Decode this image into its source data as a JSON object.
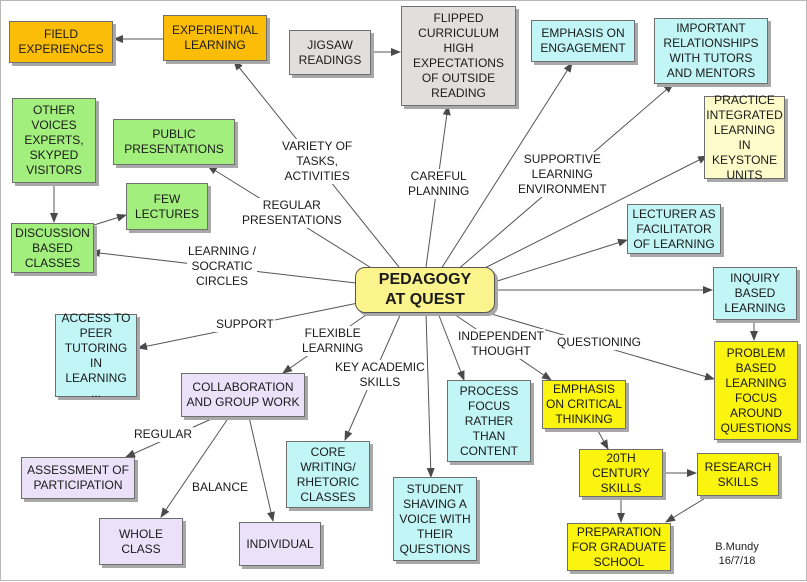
{
  "center": "PEDAGOGY\nAT QUEST",
  "nodes": {
    "field_experiences": "FIELD\nEXPERIENCES",
    "experiential_learning": "EXPERIENTIAL\nLEARNING",
    "jigsaw_readings": "JIGSAW\nREADINGS",
    "flipped_curriculum": "FLIPPED\nCURRICULUM\nHIGH\nEXPECTATIONS\nOF OUTSIDE\nREADING",
    "emphasis_engagement": "EMPHASIS ON\nENGAGEMENT",
    "important_relationships": "IMPORTANT\nRELATIONSHIPS\nWITH TUTORS\nAND MENTORS",
    "other_voices": "OTHER\nVOICES\nEXPERTS,\nSKYPED\nVISITORS",
    "public_presentations": "PUBLIC\nPRESENTATIONS",
    "practice_integrated": "PRACTICE\nINTEGRATED\nLEARNING IN\nKEYSTONE\nUNITS",
    "few_lectures": "FEW\nLECTURES",
    "discussion_classes": "DISCUSSION\nBASED\nCLASSES",
    "lecturer_facilitator": "LECTURER AS\nFACILITATOR\nOF LEARNING",
    "inquiry_learning": "INQUIRY\nBASED\nLEARNING",
    "peer_tutoring": "ACCESS TO\nPEER\nTUTORING\nIN\nLEARNING\n...",
    "collaboration": "COLLABORATION\nAND GROUP WORK",
    "problem_based": "PROBLEM\nBASED\nLEARNING\nFOCUS\nAROUND\nQUESTIONS",
    "process_focus": "PROCESS\nFOCUS\nRATHER\nTHAN\nCONTENT",
    "critical_thinking": "EMPHASIS\nON CRITICAL\nTHINKING",
    "assessment": "ASSESSMENT OF\nPARTICIPATION",
    "core_writing": "CORE\nWRITING/\nRHETORIC\nCLASSES",
    "century_skills": "20TH\nCENTURY\nSKILLS",
    "research_skills": "RESEARCH\nSKILLS",
    "student_voice": "STUDENT\nSHAVING A\nVOICE WITH\nTHEIR\nQUESTIONS",
    "whole_class": "WHOLE\nCLASS",
    "individual": "INDIVIDUAL",
    "graduate_school": "PREPARATION\nFOR GRADUATE\nSCHOOL"
  },
  "labels": {
    "variety": "VARIETY OF\nTASKS,\nACTIVITIES",
    "careful_planning": "CAREFUL\nPLANNING",
    "supportive": "SUPPORTIVE\nLEARNING\nENVIRONMENT",
    "regular_presentations": "REGULAR\nPRESENTATIONS",
    "learning_socratic": "LEARNING /\nSOCRATIC\nCIRCLES",
    "support": "SUPPORT",
    "flexible": "FLEXIBLE\nLEARNING",
    "key_academic": "KEY ACADEMIC\nSKILLS",
    "independent": "INDEPENDENT\nTHOUGHT",
    "questioning": "QUESTIONING",
    "regular": "REGULAR",
    "balance": "BALANCE"
  },
  "signature": "B.Mundy\n16/7/18",
  "colors": {
    "orange": "#fbbd07",
    "green": "#a2ef7d",
    "cyan": "#c2f5f5",
    "gray": "#e1dede",
    "yellow": "#fbf40e",
    "light_yellow": "#fdfbc9",
    "lavender": "#ebe2fa",
    "center": "#fbf48c"
  }
}
